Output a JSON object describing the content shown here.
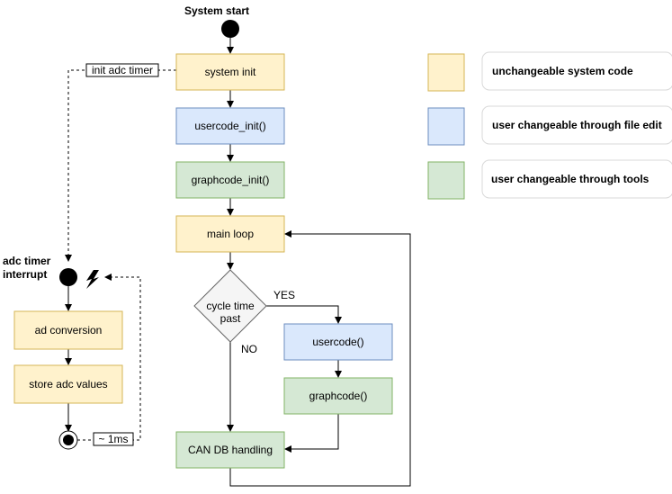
{
  "diagram": {
    "start_label": "System start",
    "nodes": {
      "system_init": "system  init",
      "usercode_init": "usercode_init()",
      "graphcode_init": "graphcode_init()",
      "main_loop": "main  loop",
      "decision_line1": "cycle time",
      "decision_line2": "past",
      "usercode": "usercode()",
      "graphcode": "graphcode()",
      "can_db": "CAN  DB  handling"
    },
    "edge_labels": {
      "yes": "YES",
      "no": "NO",
      "init_adc_timer": "init adc timer",
      "period": "~ 1ms"
    },
    "interrupt": {
      "title_line1": "adc timer",
      "title_line2": "interrupt",
      "ad_conversion": "ad  conversion",
      "store_adc_values": "store  adc  values"
    },
    "legend": [
      {
        "label": "unchangeable system code",
        "color": "#fff2cc"
      },
      {
        "label": "user changeable through file edit",
        "color": "#dae8fc"
      },
      {
        "label": "user changeable through tools",
        "color": "#d5e8d4"
      }
    ]
  }
}
